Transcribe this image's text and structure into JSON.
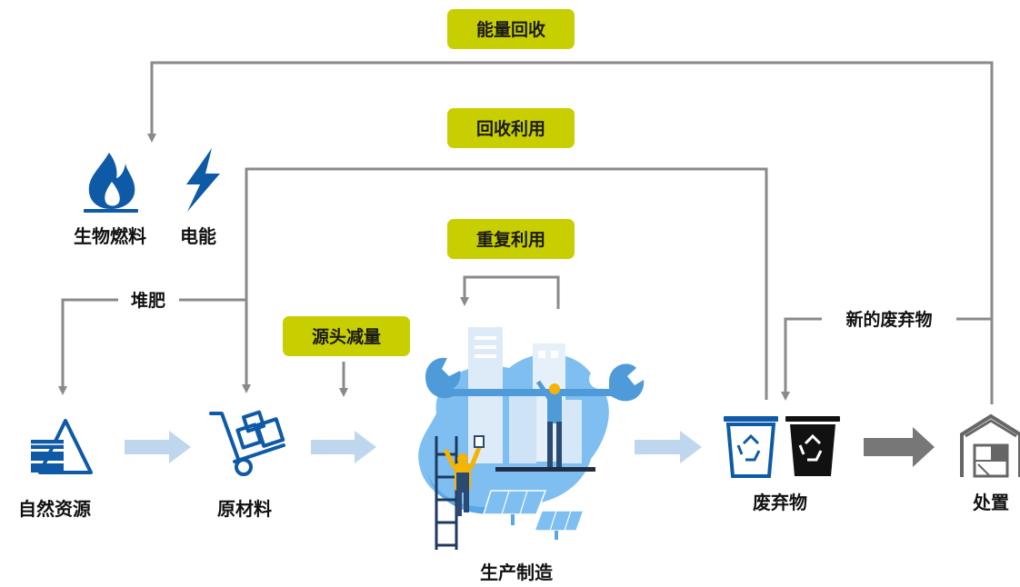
{
  "colors": {
    "tag_bg": "#C8CF00",
    "line": "#8a8a8a",
    "blue": "#0E5AA7",
    "light_arrow": "#BFD7EE",
    "dark_arrow": "#777777"
  },
  "tags": {
    "energy_recovery": "能量回收",
    "recycling": "回收利用",
    "reuse": "重复利用",
    "source_reduction": "源头减量"
  },
  "labels": {
    "compost": "堆肥",
    "new_waste": "新的废弃物"
  },
  "nodes": {
    "biofuel": "生物燃料",
    "electricity": "电能",
    "natural_resources": "自然资源",
    "raw_materials": "原材料",
    "manufacturing": "生产制造",
    "waste": "废弃物",
    "disposal": "处置"
  },
  "icons": {
    "biofuel": "flame-icon",
    "electricity": "lightning-icon",
    "natural_resources": "resources-icon",
    "raw_materials": "hand-truck-icon",
    "manufacturing": "workers-wrench-illustration",
    "recycle_bin_blue": "recycle-bin-icon",
    "recycle_bin_black": "recycle-bin-icon",
    "disposal": "warehouse-icon"
  }
}
